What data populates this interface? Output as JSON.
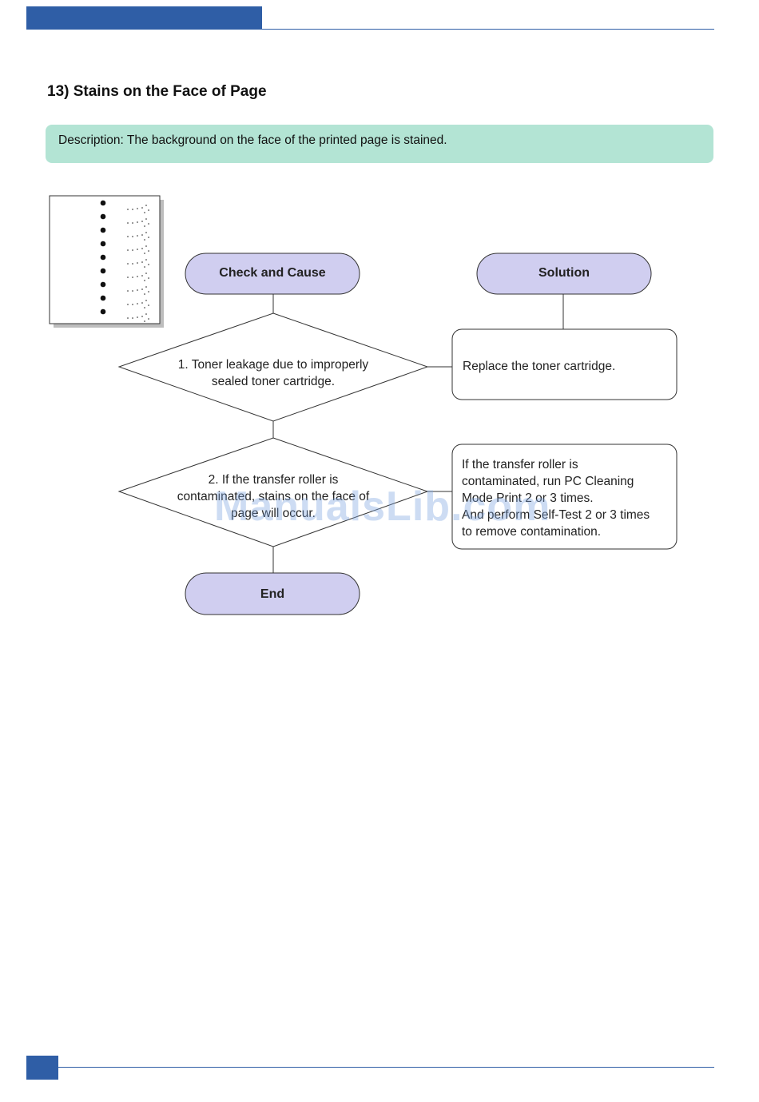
{
  "page": {
    "title": "13) Stains on the Face of Page",
    "description": "Description: The background on the face of the printed page is stained."
  },
  "flowchart": {
    "check_header": "Check and Cause",
    "solution_header": "Solution",
    "step1": {
      "check_lines": [
        "1. Toner leakage due to improperly",
        "sealed toner cartridge."
      ],
      "solution_lines": [
        "Replace the toner cartridge."
      ]
    },
    "step2": {
      "check_lines": [
        "2. If the transfer roller is",
        "contaminated, stains on the face of",
        "page will occur."
      ],
      "solution_lines": [
        "If the transfer roller is",
        "contaminated, run PC Cleaning",
        "Mode Print 2 or 3 times.",
        "And perform Self-Test 2 or 3 times",
        "to remove contamination."
      ]
    },
    "end_label": "End"
  },
  "watermark": "ManualsLib.com",
  "colors": {
    "brand_blue": "#2f5ea6",
    "description_bg": "#b3e4d4",
    "pill_fill": "#d0cef0"
  }
}
